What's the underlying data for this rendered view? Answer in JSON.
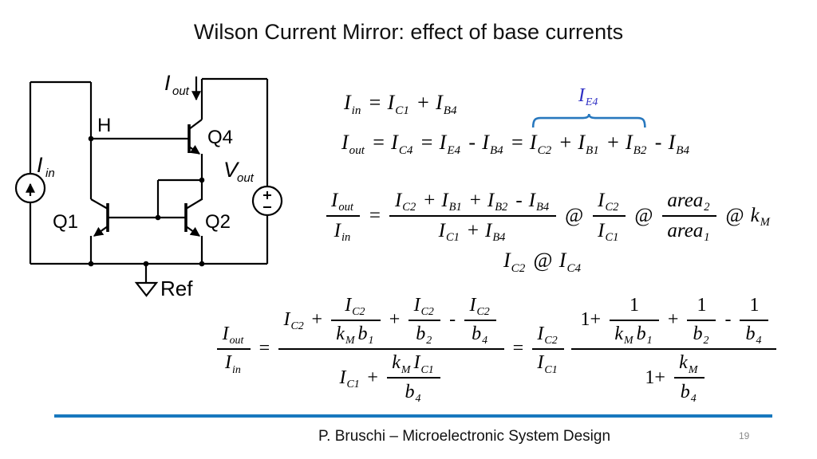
{
  "slide": {
    "title": "Wilson Current Mirror: effect of base currents",
    "footer": "P. Bruschi – Microelectronic System Design",
    "page_number": "19"
  },
  "colors": {
    "divider_blue": "#1878BE",
    "brace_blue": "#2878BE",
    "ie4_label_blue": "#2F2FC4"
  },
  "circuit": {
    "labels": {
      "h": "H",
      "q1": "Q1",
      "q2": "Q2",
      "q4": "Q4",
      "ref": "Ref",
      "iin_main": "I",
      "iin_sub": "in",
      "iout_main": "I",
      "iout_sub": "out",
      "vout_main": "V",
      "vout_sub": "out"
    }
  },
  "equations": {
    "eq1": [
      {
        "v": "I",
        "s": "in"
      },
      {
        "t": "="
      },
      {
        "v": "I",
        "s": "C1"
      },
      {
        "t": "+"
      },
      {
        "v": "I",
        "s": "B4"
      }
    ],
    "eq2_pre": [
      {
        "v": "I",
        "s": "out"
      },
      {
        "t": "="
      },
      {
        "v": "I",
        "s": "C4"
      },
      {
        "t": "="
      },
      {
        "v": "I",
        "s": "E4"
      },
      {
        "t": "-"
      },
      {
        "v": "I",
        "s": "B4"
      },
      {
        "t": "="
      }
    ],
    "eq2_braced": [
      {
        "v": "I",
        "s": "C2"
      },
      {
        "t": "+"
      },
      {
        "v": "I",
        "s": "B1"
      },
      {
        "t": "+"
      },
      {
        "v": "I",
        "s": "B2"
      }
    ],
    "eq2_post": [
      {
        "t": "-"
      },
      {
        "v": "I",
        "s": "B4"
      }
    ],
    "eq2_brace_label": [
      {
        "v": "I",
        "s": "E4"
      }
    ],
    "eq3": [
      {
        "f": {
          "n": [
            {
              "v": "I",
              "s": "out"
            }
          ],
          "d": [
            {
              "v": "I",
              "s": "in"
            }
          ]
        }
      },
      {
        "t": "="
      },
      {
        "f": {
          "n": [
            {
              "v": "I",
              "s": "C2"
            },
            {
              "t": "+"
            },
            {
              "v": "I",
              "s": "B1"
            },
            {
              "t": "+"
            },
            {
              "v": "I",
              "s": "B2"
            },
            {
              "t": "-"
            },
            {
              "v": "I",
              "s": "B4"
            }
          ],
          "d": [
            {
              "v": "I",
              "s": "C1"
            },
            {
              "t": "+"
            },
            {
              "v": "I",
              "s": "B4"
            }
          ]
        }
      },
      {
        "t": "@"
      },
      {
        "f": {
          "n": [
            {
              "v": "I",
              "s": "C2"
            }
          ],
          "d": [
            {
              "v": "I",
              "s": "C1"
            }
          ]
        }
      },
      {
        "t": "@"
      },
      {
        "f": {
          "n": [
            {
              "v": "area",
              "s": "2"
            }
          ],
          "d": [
            {
              "v": "area",
              "s": "1"
            }
          ]
        }
      },
      {
        "t": "@"
      },
      {
        "v": "k",
        "s": "M"
      }
    ],
    "eq4": [
      {
        "v": "I",
        "s": "C2"
      },
      {
        "t": "@"
      },
      {
        "v": "I",
        "s": "C4"
      }
    ],
    "eq5": [
      {
        "f": {
          "n": [
            {
              "v": "I",
              "s": "out"
            }
          ],
          "d": [
            {
              "v": "I",
              "s": "in"
            }
          ]
        }
      },
      {
        "t": "="
      },
      {
        "f": {
          "n": [
            {
              "v": "I",
              "s": "C2"
            },
            {
              "t": "+"
            },
            {
              "f": {
                "n": [
                  {
                    "v": "I",
                    "s": "C2"
                  }
                ],
                "d": [
                  {
                    "v": "k",
                    "s": "M"
                  },
                  {
                    "v": "b",
                    "s": "1"
                  }
                ]
              }
            },
            {
              "t": "+"
            },
            {
              "f": {
                "n": [
                  {
                    "v": "I",
                    "s": "C2"
                  }
                ],
                "d": [
                  {
                    "v": "b",
                    "s": "2"
                  }
                ]
              }
            },
            {
              "t": "-"
            },
            {
              "f": {
                "n": [
                  {
                    "v": "I",
                    "s": "C2"
                  }
                ],
                "d": [
                  {
                    "v": "b",
                    "s": "4"
                  }
                ]
              }
            }
          ],
          "d": [
            {
              "v": "I",
              "s": "C1"
            },
            {
              "t": "+"
            },
            {
              "f": {
                "n": [
                  {
                    "v": "k",
                    "s": "M"
                  },
                  {
                    "v": "I",
                    "s": "C1"
                  }
                ],
                "d": [
                  {
                    "v": "b",
                    "s": "4"
                  }
                ]
              }
            }
          ]
        }
      },
      {
        "t": "="
      },
      {
        "f": {
          "n": [
            {
              "v": "I",
              "s": "C2"
            }
          ],
          "d": [
            {
              "v": "I",
              "s": "C1"
            }
          ]
        }
      },
      {
        "f": {
          "n": [
            {
              "t": "1+"
            },
            {
              "f": {
                "n": [
                  {
                    "t": "1"
                  }
                ],
                "d": [
                  {
                    "v": "k",
                    "s": "M"
                  },
                  {
                    "v": "b",
                    "s": "1"
                  }
                ]
              }
            },
            {
              "t": "+"
            },
            {
              "f": {
                "n": [
                  {
                    "t": "1"
                  }
                ],
                "d": [
                  {
                    "v": "b",
                    "s": "2"
                  }
                ]
              }
            },
            {
              "t": "-"
            },
            {
              "f": {
                "n": [
                  {
                    "t": "1"
                  }
                ],
                "d": [
                  {
                    "v": "b",
                    "s": "4"
                  }
                ]
              }
            }
          ],
          "d": [
            {
              "t": "1+"
            },
            {
              "f": {
                "n": [
                  {
                    "v": "k",
                    "s": "M"
                  }
                ],
                "d": [
                  {
                    "v": "b",
                    "s": "4"
                  }
                ]
              }
            }
          ]
        }
      }
    ]
  }
}
